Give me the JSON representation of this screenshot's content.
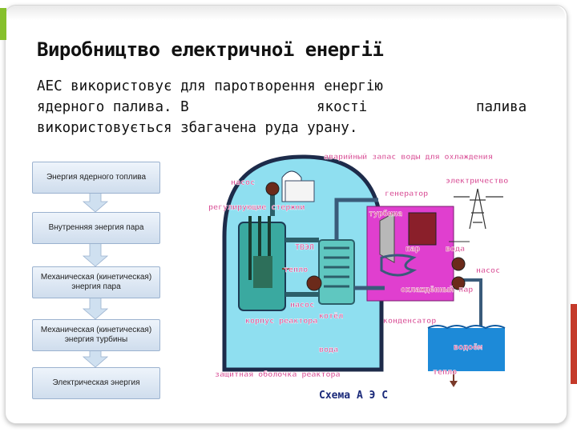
{
  "slide": {
    "title": "Виробництво електричної енергії",
    "paragraph": {
      "line1": "АЕС використовує для паротворення енергію",
      "line2_a": "ядерного палива. В",
      "line2_b": "якості",
      "line2_c": "палива",
      "line3": "використовується збагачена руда урану."
    }
  },
  "flowchart": {
    "steps": [
      "Энергия ядерного топлива",
      "Внутренняя энергия пара",
      "Механическая (кинетическая) энергия пара",
      "Механическая (кинетическая) энергия турбины",
      "Электрическая энергия"
    ]
  },
  "diagram": {
    "caption": "Схема А Э С",
    "labels": {
      "emergency_tank": "аварийный запас воды для охлаждения",
      "pump_top": "насос",
      "control_rods": "регулирующие стержни",
      "electricity": "электричество",
      "generator": "генератор",
      "turbine": "турбина",
      "fuel": "ТВЭЛ",
      "steam": "пар",
      "water_right": "вода",
      "heat": "тепло",
      "pump_right": "насос",
      "cooled_steam": "охлаждённый пар",
      "pump_bottom": "насос",
      "boiler": "котёл",
      "reactor_body": "корпус реактора",
      "condenser": "конденсатор",
      "water_cooling": "водоём",
      "water_bottom": "вода",
      "heat_bottom": "тепло",
      "containment": "защитная оболочка реактора"
    }
  },
  "colors": {
    "accent_green": "#86c02c",
    "accent_red": "#c43a2a",
    "label_pink": "#d94f96",
    "caption_navy": "#1b2a7a"
  }
}
